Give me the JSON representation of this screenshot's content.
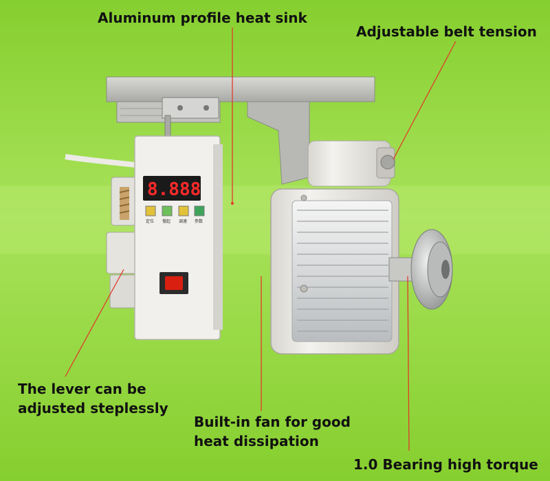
{
  "callouts": {
    "heat_sink": "Aluminum profile heat sink",
    "belt_tension": "Adjustable belt tension",
    "lever": {
      "line1": "The lever can be",
      "line2": "adjusted steplessly"
    },
    "fan": {
      "line1": "Built-in fan for good",
      "line2": "heat dissipation"
    },
    "bearing": "1.0 Bearing high torque"
  },
  "panel": {
    "display": "8.888",
    "buttons": [
      "定位",
      "慢起",
      "调速",
      "参数"
    ]
  },
  "colors": {
    "background": "#8fd33a",
    "leader_line": "#e03a2a",
    "motor_body": "#ecebe6",
    "display_red": "#ff2a2a",
    "switch_red": "#d81f10"
  }
}
